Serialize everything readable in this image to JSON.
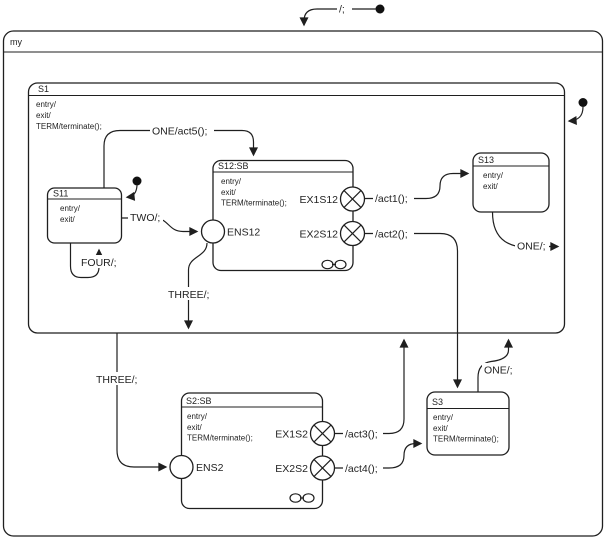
{
  "chart": {
    "title": "my"
  },
  "states": {
    "s1": {
      "title": "S1",
      "entry": "entry/",
      "exit": "exit/",
      "term": "TERM/terminate();"
    },
    "s11": {
      "title": "S11",
      "entry": "entry/",
      "exit": "exit/"
    },
    "s12": {
      "title": "S12:SB",
      "entry": "entry/",
      "exit": "exit/",
      "term": "TERM/terminate();"
    },
    "s13": {
      "title": "S13",
      "entry": "entry/",
      "exit": "exit/"
    },
    "s2": {
      "title": "S2:SB",
      "entry": "entry/",
      "exit": "exit/",
      "term": "TERM/terminate();"
    },
    "s3": {
      "title": "S3",
      "entry": "entry/",
      "exit": "exit/",
      "term": "TERM/terminate();"
    }
  },
  "connectors": {
    "ens12": "ENS12",
    "ex1s12": "EX1S12",
    "ex2s12": "EX2S12",
    "ens2": "ENS2",
    "ex1s2": "EX1S2",
    "ex2s2": "EX2S2"
  },
  "transitions": {
    "chart_default": "/;",
    "one_act5": "ONE/act5();",
    "two": "TWO/;",
    "four": "FOUR/;",
    "three_inner": "THREE/;",
    "three_outer": "THREE/;",
    "act1": "/act1();",
    "act2": "/act2();",
    "act3": "/act3();",
    "act4": "/act4();",
    "one_s13": "ONE/;",
    "one_s3": "ONE/;"
  },
  "colors": {
    "line": "#1f1f1f",
    "background": "#ffffff"
  }
}
